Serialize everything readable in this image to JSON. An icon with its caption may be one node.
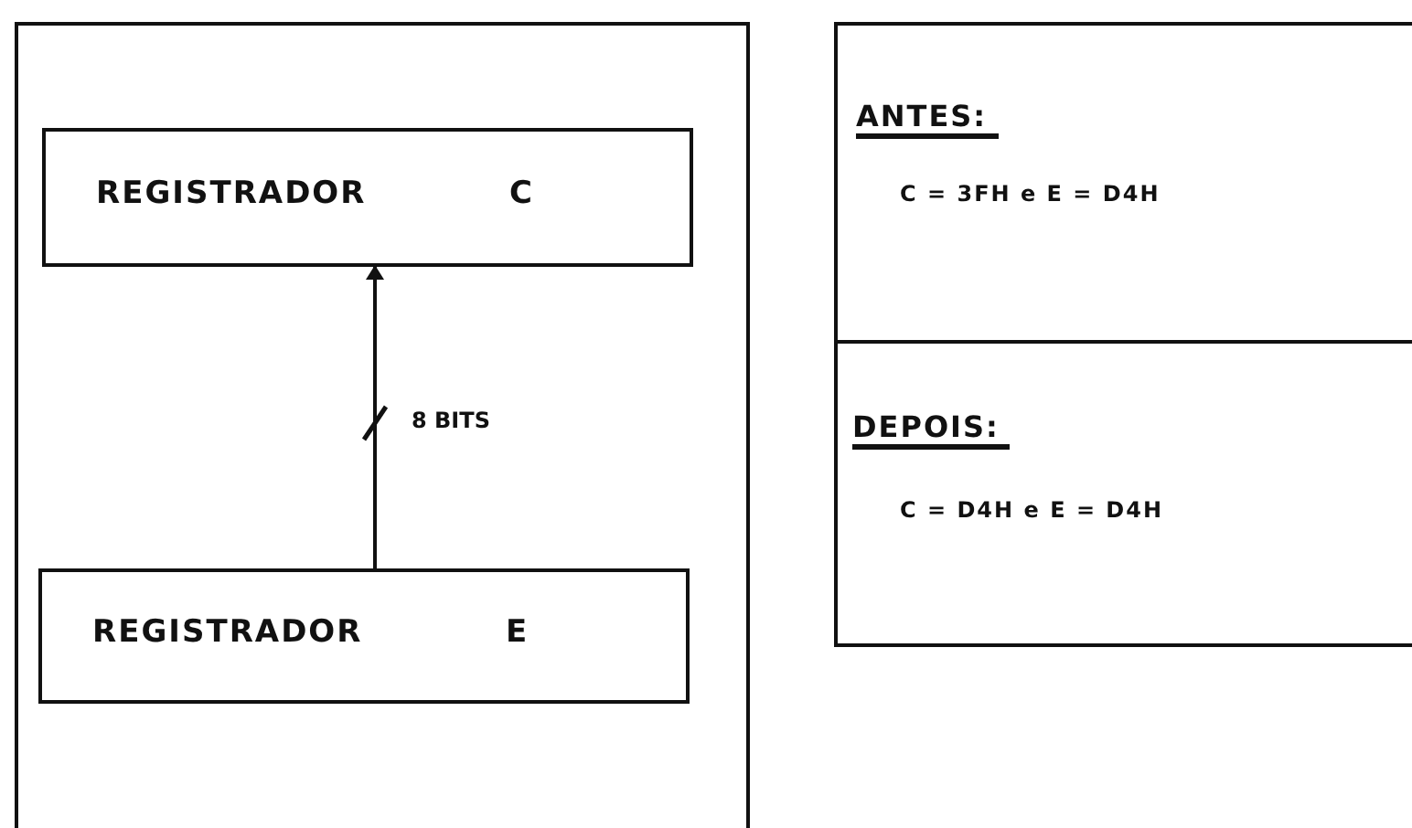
{
  "diagram": {
    "nodes": [
      {
        "text": [],
        "shape": "box"
      },
      {
        "text": [
          "REGISTRADOR",
          "C"
        ],
        "in": 0
      },
      {
        "text": [
          "REGISTRADOR",
          "E"
        ],
        "in": 0
      },
      {
        "text": [
          "ANTES:",
          "C = 3FH e E = D4H"
        ]
      },
      {
        "text": [
          "DEPOIS:",
          "C = D4H e E = D4H"
        ]
      }
    ],
    "edges": [
      {
        "from": 2,
        "to": 1,
        "arrow": "to",
        "label": "8 BITS"
      }
    ]
  }
}
